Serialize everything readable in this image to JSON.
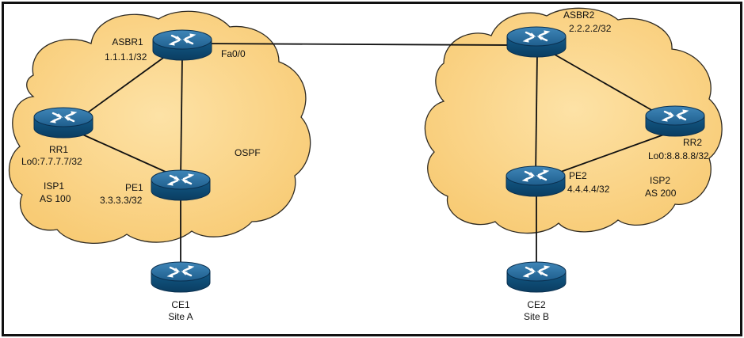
{
  "routers": {
    "asbr1": {
      "name": "ASBR1",
      "ip": "1.1.1.1/32",
      "interface": "Fa0/0"
    },
    "rr1": {
      "name": "RR1",
      "ip": "Lo0:7.7.7.7/32"
    },
    "pe1": {
      "name": "PE1",
      "ip": "3.3.3.3/32"
    },
    "ce1": {
      "name": "CE1",
      "site": "Site A"
    },
    "asbr2": {
      "name": "ASBR2",
      "ip": "2.2.2.2/32"
    },
    "rr2": {
      "name": "RR2",
      "ip": "Lo0:8.8.8.8/32"
    },
    "pe2": {
      "name": "PE2",
      "ip": "4.4.4.4/32"
    },
    "ce2": {
      "name": "CE2",
      "site": "Site B"
    }
  },
  "clouds": {
    "isp1": {
      "isp": "ISP1",
      "as": "AS 100",
      "protocol": "OSPF"
    },
    "isp2": {
      "isp": "ISP2",
      "as": "AS 200"
    }
  },
  "colors": {
    "cloud_fill": "#fbd48a",
    "cloud_stroke": "#2e2a22",
    "router_top": "#2a6fa0",
    "router_side": "#0f4e79",
    "link": "#111111"
  }
}
